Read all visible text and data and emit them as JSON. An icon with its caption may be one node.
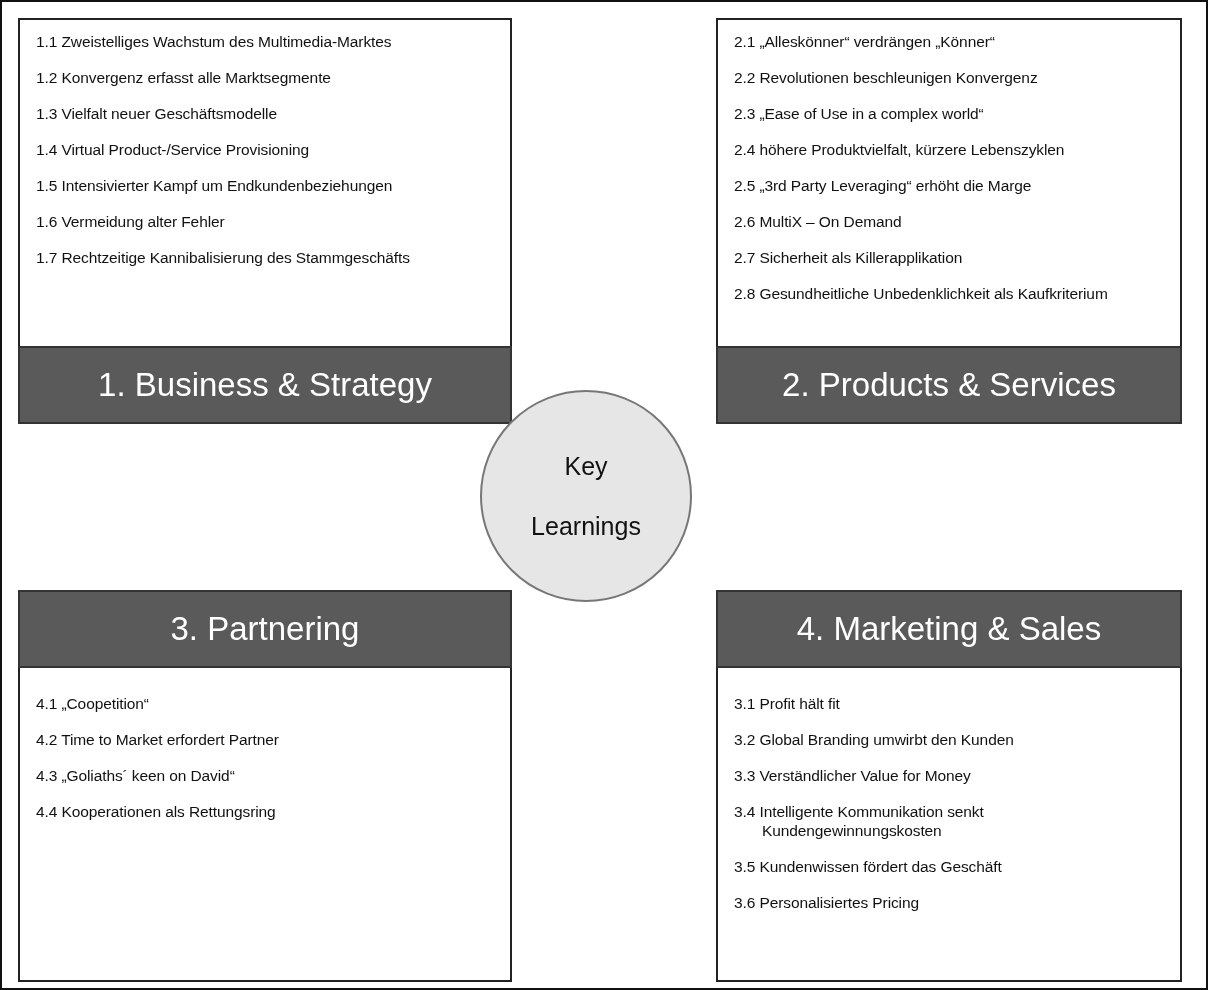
{
  "diagram": {
    "nodes": [
      {
        "text": [
          "1.1 Zweistelliges Wachstum des Multimedia-Marktes",
          "1.2 Konvergenz erfasst alle Marktsegmente",
          "1.3 Vielfalt neuer Geschäftsmodelle",
          "1.4 Virtual Product-/Service Provisioning",
          "1.5 Intensivierter Kampf um Endkundenbeziehungen",
          "1.6 Vermeidung alter Fehler",
          "1.7 Rechtzeitige Kannibalisierung des Stammgeschäfts",
          "1. Business & Strategy"
        ]
      },
      {
        "text": [
          "2.1 „Alleskönner“ verdrängen „Könner“",
          "2.2 Revolutionen beschleunigen Konvergenz",
          "2.3 „Ease of Use in a complex world“",
          "2.4 höhere Produktvielfalt, kürzere Lebenszyklen",
          "2.5 „3rd Party Leveraging“ erhöht die Marge",
          "2.6 MultiX – On Demand",
          "2.7 Sicherheit als Killerapplikation",
          "2.8 Gesundheitliche Unbedenklichkeit als Kaufkriterium",
          "2. Products & Services"
        ]
      },
      {
        "text": [
          "3. Partnering",
          "4.1 „Coopetition“",
          "4.2 Time to Market erfordert Partner",
          "4.3 „Goliaths´ keen on David“",
          "4.4 Kooperationen als Rettungsring"
        ]
      },
      {
        "text": [
          "4. Marketing & Sales",
          "3.1 Profit hält fit",
          "3.2 Global Branding umwirbt den Kunden",
          "3.3 Verständlicher Value for Money",
          "3.4 Intelligente Kommunikation senkt Kundengewinnungskosten",
          "3.5 Kundenwissen fördert das Geschäft",
          "3.6 Personalisiertes Pricing"
        ]
      },
      {
        "text": [
          "Key Learnings"
        ]
      }
    ],
    "edges": []
  }
}
